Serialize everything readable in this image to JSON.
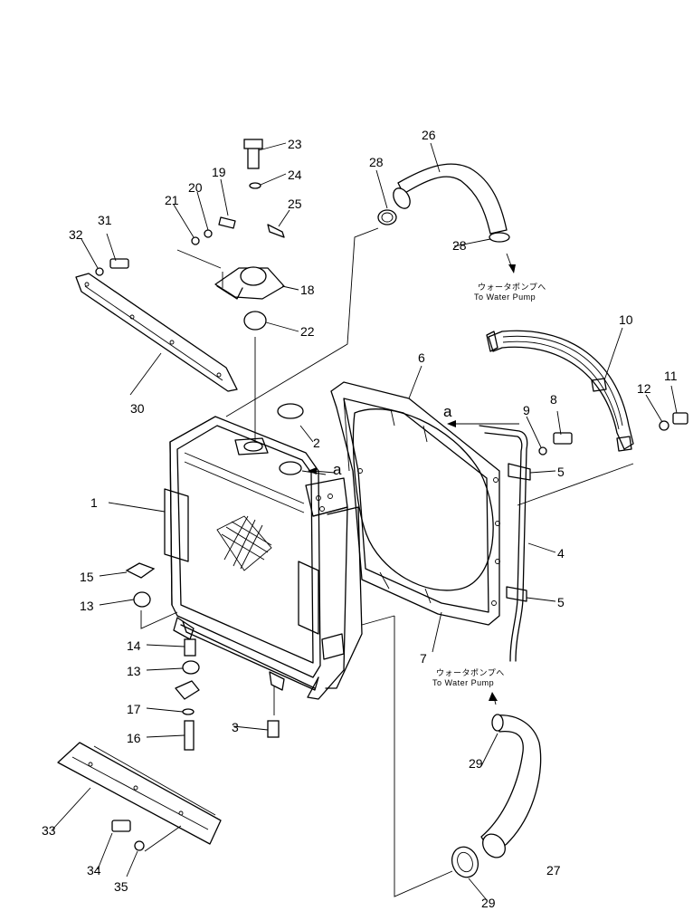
{
  "labels": {
    "p1": "1",
    "p2": "2",
    "p3": "3",
    "p4": "4",
    "p5a": "5",
    "p5b": "5",
    "p6": "6",
    "p7": "7",
    "p8": "8",
    "p9": "9",
    "p10": "10",
    "p11": "11",
    "p12": "12",
    "p13a": "13",
    "p13b": "13",
    "p14": "14",
    "p15": "15",
    "p16": "16",
    "p17": "17",
    "p18": "18",
    "p19": "19",
    "p20": "20",
    "p21": "21",
    "p22": "22",
    "p23": "23",
    "p24": "24",
    "p25": "25",
    "p26": "26",
    "p27": "27",
    "p28a": "28",
    "p28b": "28",
    "p29a": "29",
    "p29b": "29",
    "p30": "30",
    "p31": "31",
    "p32": "32",
    "p33": "33",
    "p34": "34",
    "p35": "35"
  },
  "callouts": {
    "a1": "a",
    "a2": "a"
  },
  "notes": {
    "top_jp": "ウォータポンプへ",
    "top_en": "To Water Pump",
    "mid_jp": "ウォータポンプへ",
    "mid_en": "To Water Pump"
  }
}
